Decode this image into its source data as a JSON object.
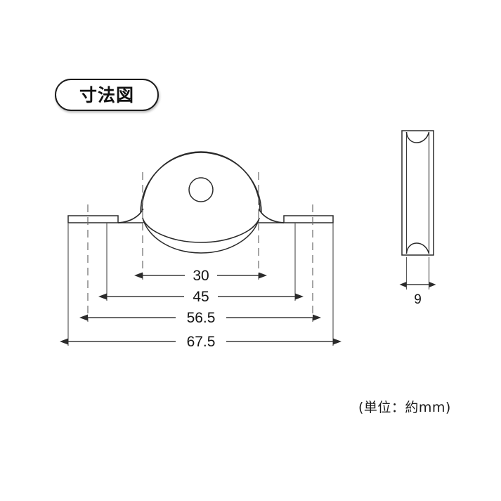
{
  "figure": {
    "title": "寸法図",
    "unit_note": "(単位：約mm)",
    "background_color": "#ffffff",
    "line_color": "#2b2b2b"
  },
  "front_view": {
    "name": "front-view",
    "description": "grooved roller wheel mounted in flat bracket plate, front elevation",
    "center_hole_label": ""
  },
  "side_view": {
    "name": "side-view",
    "description": "grooved wheel seen edge-on showing V/U groove profile"
  },
  "dimensions": {
    "front": [
      {
        "id": "dim-30",
        "value": "30"
      },
      {
        "id": "dim-45",
        "value": "45"
      },
      {
        "id": "dim-56_5",
        "value": "56.5"
      },
      {
        "id": "dim-67_5",
        "value": "67.5"
      }
    ],
    "side": [
      {
        "id": "dim-9",
        "value": "9"
      }
    ]
  },
  "chart_data": {
    "type": "table",
    "title": "寸法図",
    "xlabel": "",
    "ylabel": "",
    "categories": [
      "30",
      "45",
      "56.5",
      "67.5",
      "9"
    ],
    "values": [
      30,
      45,
      56.5,
      67.5,
      9
    ],
    "annotations": [
      "(単位：約mm)"
    ]
  }
}
